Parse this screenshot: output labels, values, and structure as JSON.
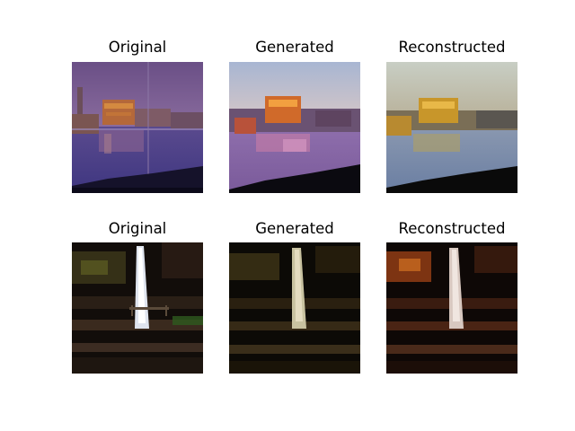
{
  "figure": {
    "rows": [
      {
        "panels": [
          {
            "title": "Original"
          },
          {
            "title": "Generated"
          },
          {
            "title": "Reconstructed"
          }
        ]
      },
      {
        "panels": [
          {
            "title": "Original"
          },
          {
            "title": "Generated"
          },
          {
            "title": "Reconstructed"
          }
        ]
      }
    ]
  }
}
